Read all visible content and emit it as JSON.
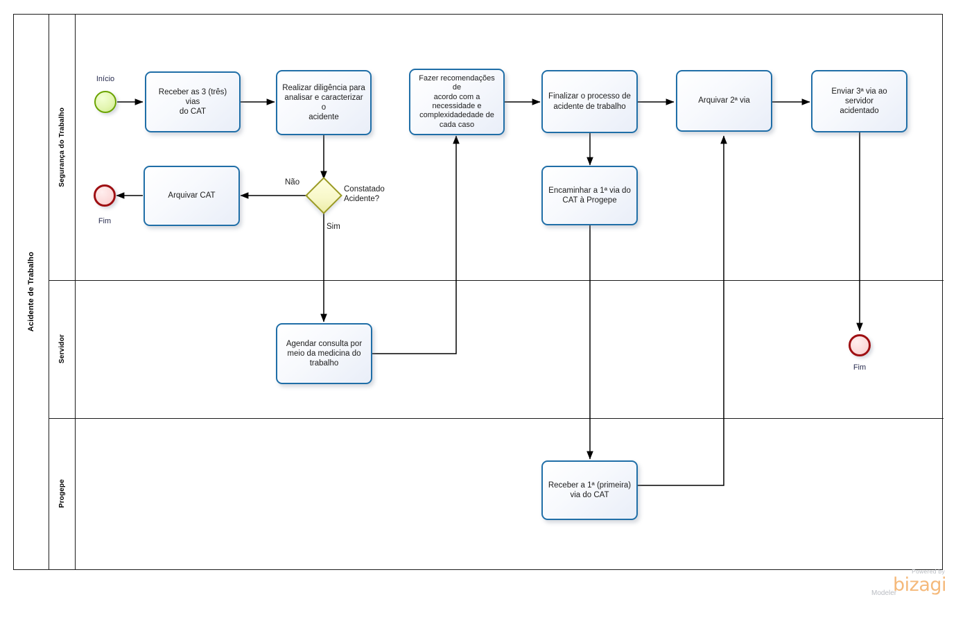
{
  "diagram": {
    "type": "bpmn-pool",
    "pool": {
      "name": "Acidente de Trabalho"
    },
    "lanes": [
      {
        "id": "seguranca",
        "name": "Segurança do Trabalho"
      },
      {
        "id": "servidor",
        "name": "Servidor"
      },
      {
        "id": "progepe",
        "name": "Progepe"
      }
    ],
    "events": [
      {
        "id": "start1",
        "kind": "start",
        "label": "Início",
        "lane": "seguranca"
      },
      {
        "id": "end1",
        "kind": "end",
        "label": "Fim",
        "lane": "seguranca"
      },
      {
        "id": "end2",
        "kind": "end",
        "label": "Fim",
        "lane": "servidor"
      }
    ],
    "tasks": [
      {
        "id": "t1",
        "lane": "seguranca",
        "label": "Receber as 3 (três) vias\ndo CAT"
      },
      {
        "id": "t2",
        "lane": "seguranca",
        "label": "Realizar diligência para\nanalisar e caracterizar o\nacidente"
      },
      {
        "id": "t3",
        "lane": "seguranca",
        "label": "Fazer recomendações de\nacordo com a\nnecessidade e\ncomplexidadedade de\ncada caso"
      },
      {
        "id": "t4",
        "lane": "seguranca",
        "label": "Finalizar o processo de\nacidente de trabalho"
      },
      {
        "id": "t5",
        "lane": "seguranca",
        "label": "Arquivar 2ª via"
      },
      {
        "id": "t6",
        "lane": "seguranca",
        "label": "Enviar 3ª via ao servidor\nacidentado"
      },
      {
        "id": "t7",
        "lane": "seguranca",
        "label": "Arquivar CAT"
      },
      {
        "id": "t8",
        "lane": "seguranca",
        "label": "Encaminhar a  1ª via  do\nCAT à Progepe"
      },
      {
        "id": "t9",
        "lane": "servidor",
        "label": "Agendar consulta por\nmeio da medicina do\ntrabalho"
      },
      {
        "id": "t10",
        "lane": "progepe",
        "label": "Receber a 1ª (primeira)\nvia  do CAT"
      }
    ],
    "gateways": [
      {
        "id": "g1",
        "kind": "exclusive",
        "label": "Constatado\nAcidente?",
        "lane": "seguranca"
      }
    ],
    "flow_labels": [
      {
        "id": "f_nao",
        "text": "Não"
      },
      {
        "id": "f_sim",
        "text": "Sim"
      }
    ],
    "colors": {
      "task_border": "#1f6ea7",
      "event_start_border": "#6aa300",
      "event_end_border": "#9e0f12",
      "gateway_border": "#9a9a22",
      "gateway_fill": "#ffffe0",
      "lane_border": "#1a1a1a",
      "connector": "#000000"
    }
  },
  "watermark": {
    "powered": "Powered by",
    "brand": "bizagi",
    "product": "Modeler"
  }
}
